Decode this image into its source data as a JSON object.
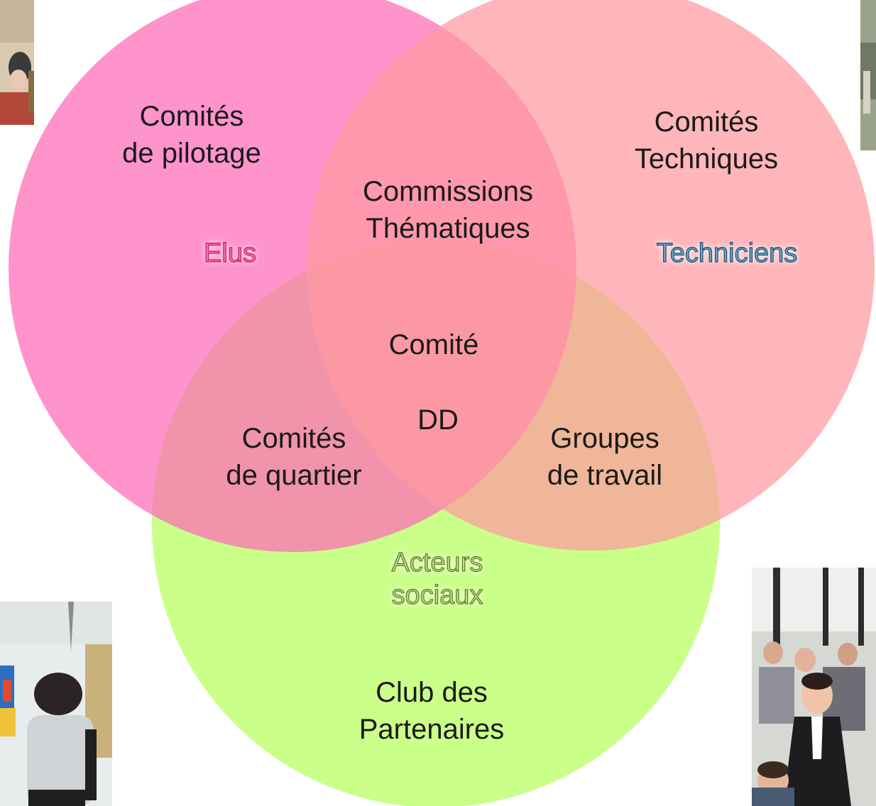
{
  "colors": {
    "elus_circle": "#ff6ab8",
    "techniciens_circle": "#ff9aa0",
    "acteurs_circle": "#c6ff80"
  },
  "photos": [
    {
      "name": "photo-top-left-icon"
    },
    {
      "name": "photo-top-right-icon"
    },
    {
      "name": "photo-bottom-left-icon"
    },
    {
      "name": "photo-bottom-right-icon"
    }
  ],
  "groups": {
    "elus": "Elus",
    "techniciens": "Techniciens",
    "acteurs_line1": "Acteurs",
    "acteurs_line2": "sociaux"
  },
  "labels": {
    "pilotage_line1": "Comités",
    "pilotage_line2": "de pilotage",
    "techniques_line1": "Comités",
    "techniques_line2": "Techniques",
    "commissions_line1": "Commissions",
    "commissions_line2": "Thématiques",
    "centre_line1": "Comité",
    "centre_line2": "DD",
    "quartier_line1": "Comités",
    "quartier_line2": "de quartier",
    "travail_line1": "Groupes",
    "travail_line2": "de travail",
    "club_line1": "Club des",
    "club_line2": "Partenaires"
  }
}
